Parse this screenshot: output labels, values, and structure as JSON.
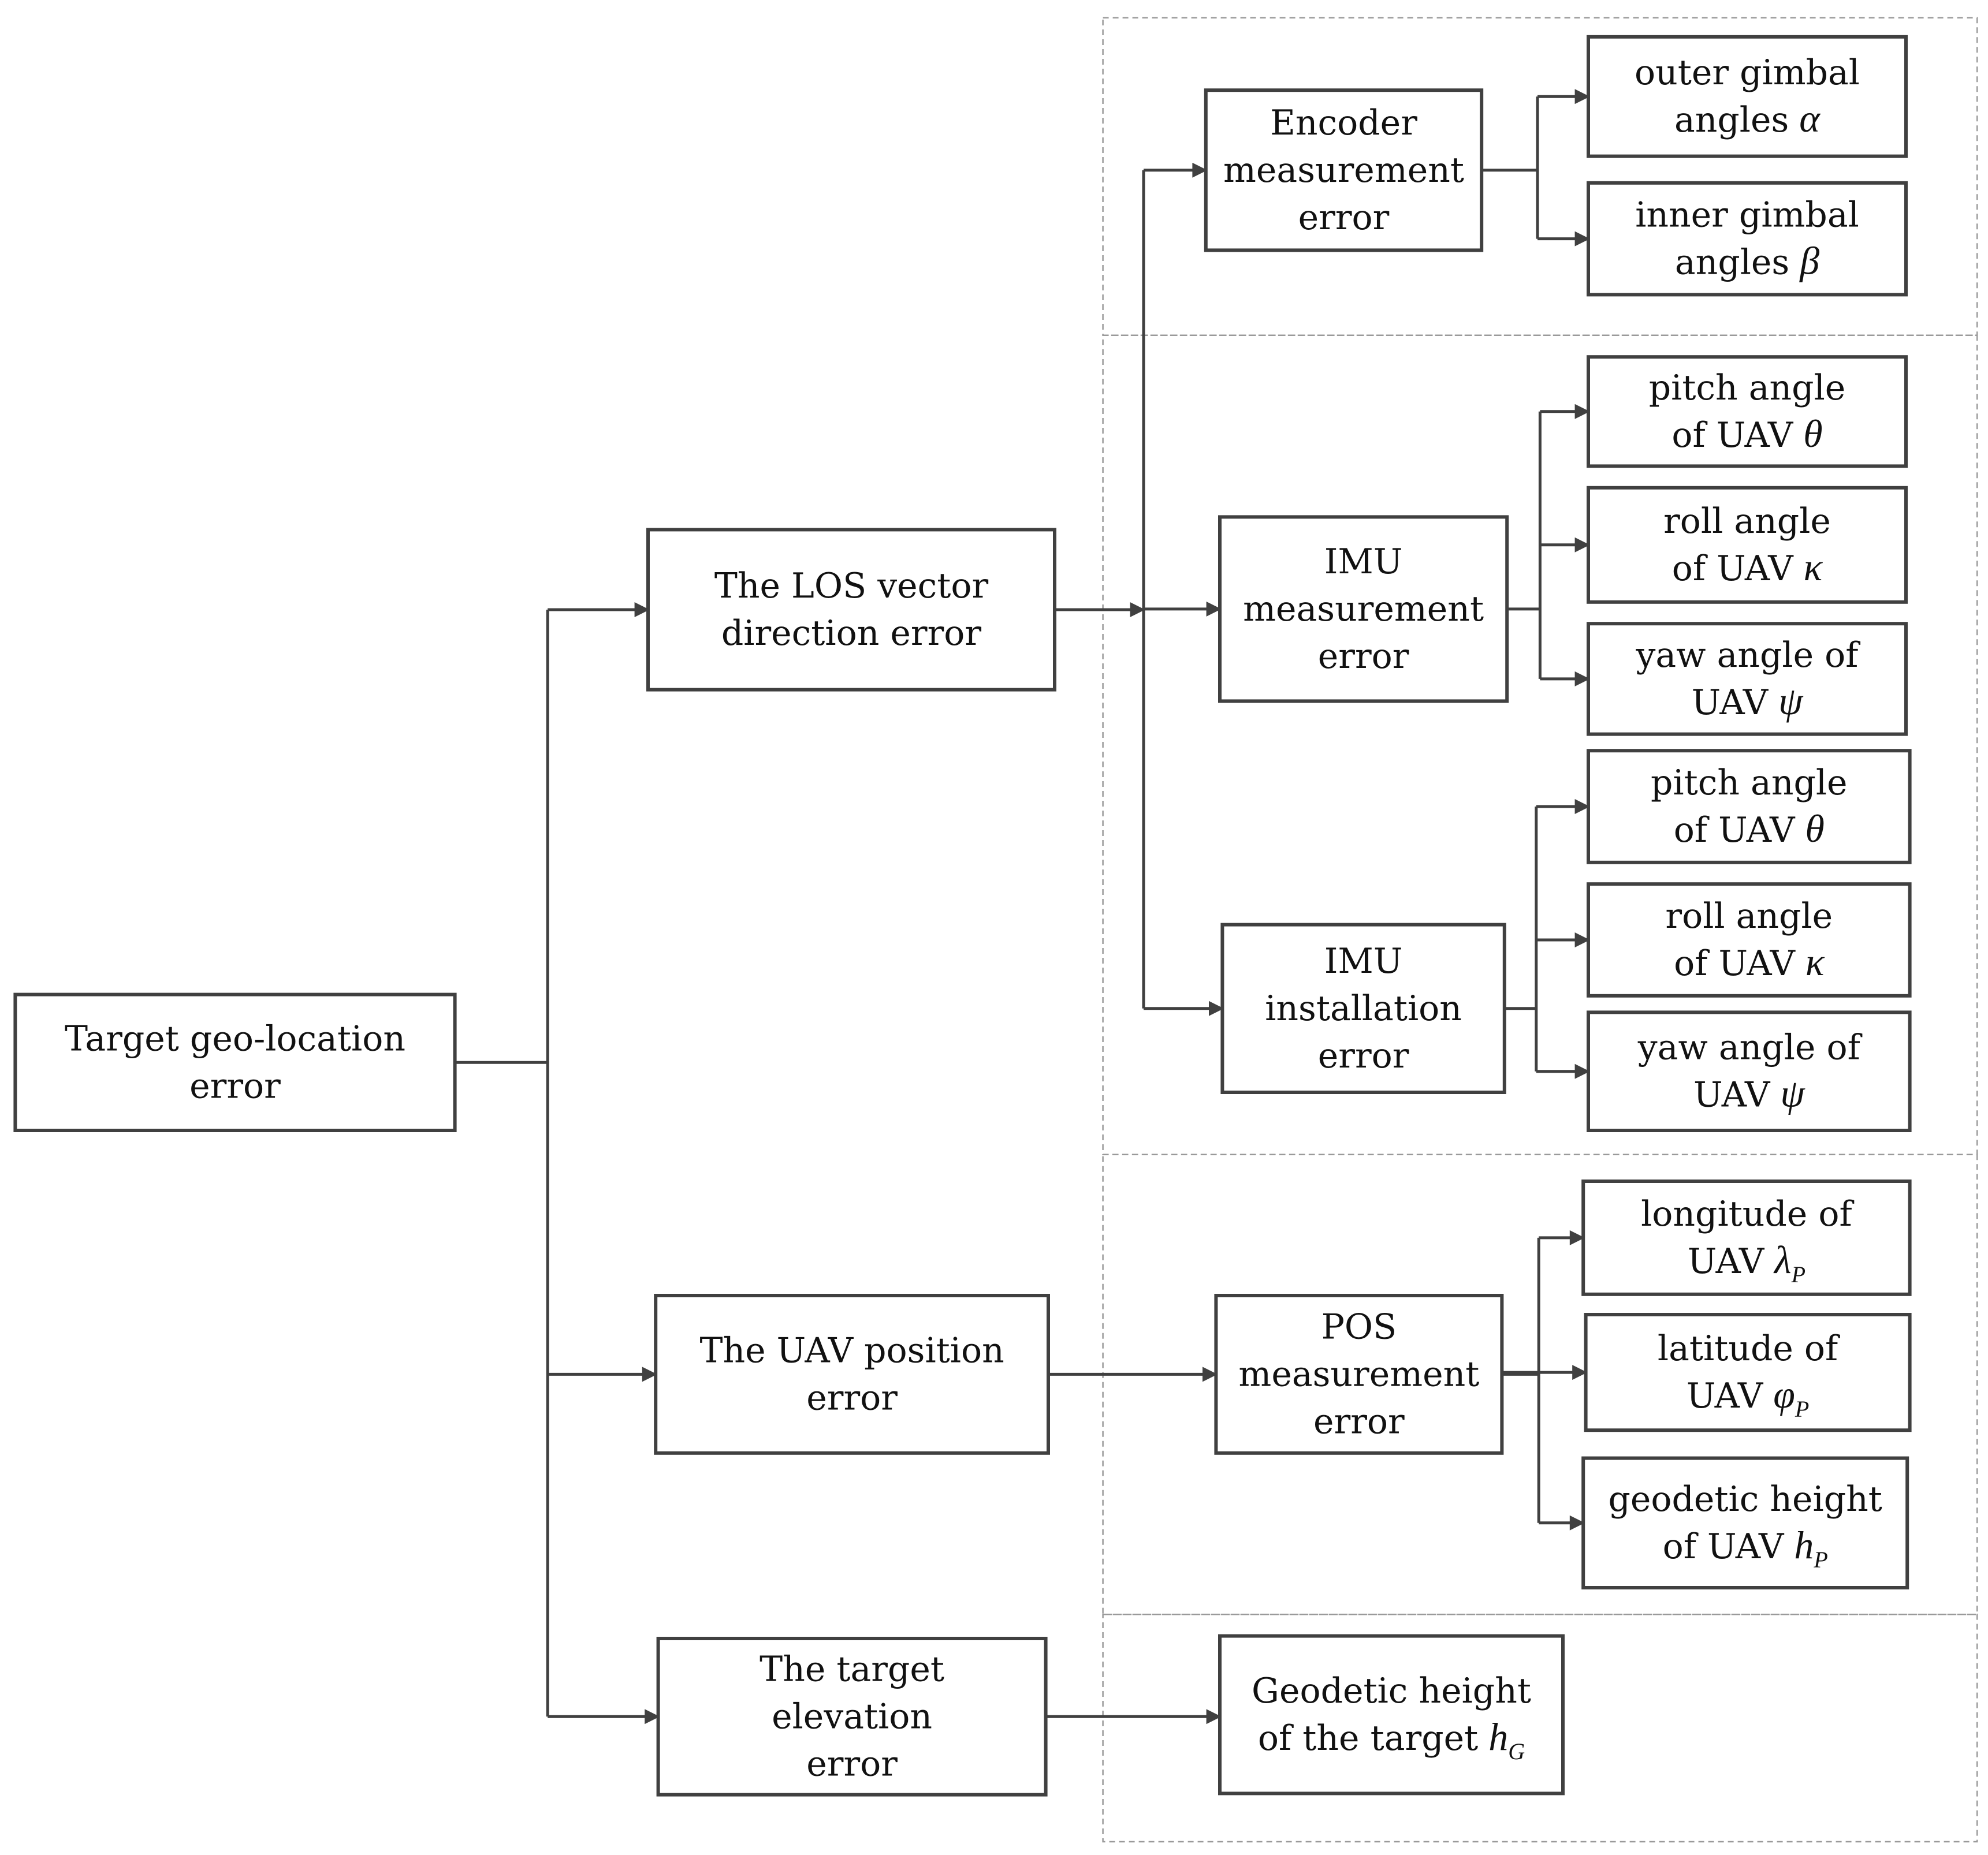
{
  "diagram": {
    "root": {
      "lines": [
        "Target geo-location",
        "error"
      ]
    },
    "branches": [
      {
        "id": "los",
        "lines": [
          "The LOS vector",
          "direction error"
        ]
      },
      {
        "id": "uav_position",
        "lines": [
          "The UAV position",
          "error"
        ]
      },
      {
        "id": "target_elevation",
        "lines": [
          "The target",
          "elevation",
          "error"
        ]
      }
    ],
    "sources": [
      {
        "id": "encoder",
        "parent": "los",
        "lines": [
          "Encoder",
          "measurement",
          "error"
        ]
      },
      {
        "id": "imu_measurement",
        "parent": "los",
        "lines": [
          "IMU",
          "measurement",
          "error"
        ]
      },
      {
        "id": "imu_installation",
        "parent": "los",
        "lines": [
          "IMU",
          "installation",
          "error"
        ]
      },
      {
        "id": "pos_measurement",
        "parent": "uav_position",
        "lines": [
          "POS",
          "measurement",
          "error"
        ]
      },
      {
        "id": "target_height",
        "parent": "target_elevation",
        "lines": [
          "Geodetic height",
          "of the target"
        ],
        "symbol": "h",
        "subscript": "G"
      }
    ],
    "parameters": [
      {
        "id": "outer_gimbal",
        "parent": "encoder",
        "lines": [
          "outer gimbal",
          "angles"
        ],
        "symbol": "α"
      },
      {
        "id": "inner_gimbal",
        "parent": "encoder",
        "lines": [
          "inner gimbal",
          "angles"
        ],
        "symbol": "β"
      },
      {
        "id": "imu_m_pitch",
        "parent": "imu_measurement",
        "lines": [
          "pitch angle",
          "of UAV"
        ],
        "symbol": "θ"
      },
      {
        "id": "imu_m_roll",
        "parent": "imu_measurement",
        "lines": [
          "roll angle",
          "of UAV"
        ],
        "symbol": "κ"
      },
      {
        "id": "imu_m_yaw",
        "parent": "imu_measurement",
        "lines": [
          "yaw angle of",
          "UAV"
        ],
        "symbol": "ψ"
      },
      {
        "id": "imu_i_pitch",
        "parent": "imu_installation",
        "lines": [
          "pitch angle",
          "of UAV"
        ],
        "symbol": "θ"
      },
      {
        "id": "imu_i_roll",
        "parent": "imu_installation",
        "lines": [
          "roll angle",
          "of UAV"
        ],
        "symbol": "κ"
      },
      {
        "id": "imu_i_yaw",
        "parent": "imu_installation",
        "lines": [
          "yaw angle of",
          "UAV"
        ],
        "symbol": "ψ"
      },
      {
        "id": "longitude",
        "parent": "pos_measurement",
        "lines": [
          "longitude of",
          "UAV"
        ],
        "symbol": "λ",
        "subscript": "P"
      },
      {
        "id": "latitude",
        "parent": "pos_measurement",
        "lines": [
          "latitude of",
          "UAV"
        ],
        "symbol": "φ",
        "subscript": "P"
      },
      {
        "id": "geodetic_height",
        "parent": "pos_measurement",
        "lines": [
          "geodetic height",
          "of UAV"
        ],
        "symbol": "h",
        "subscript": "P"
      }
    ]
  }
}
